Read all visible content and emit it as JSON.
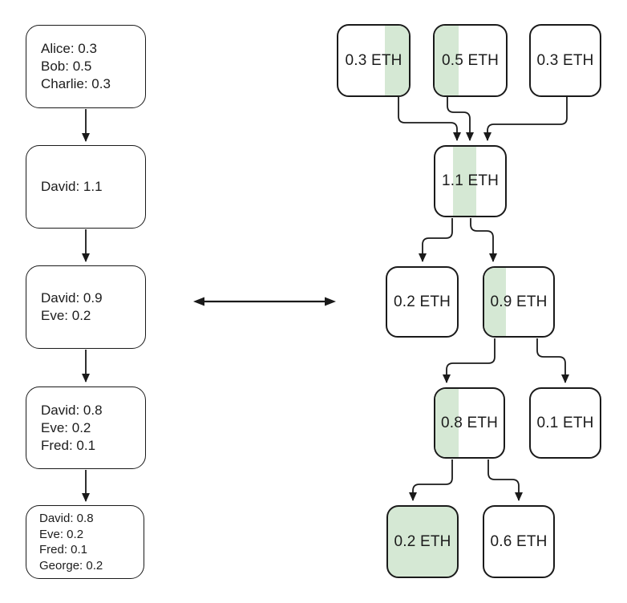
{
  "colors": {
    "green_fill": "#d5e8d4",
    "line": "#1a1a1a",
    "background": "#ffffff",
    "text": "#1c1c1c"
  },
  "left_column": {
    "boxes": [
      {
        "text": "Alice: 0.3\nBob: 0.5\nCharlie: 0.3"
      },
      {
        "text": "David: 1.1"
      },
      {
        "text": "David: 0.9\nEve: 0.2"
      },
      {
        "text": "David: 0.8\nEve: 0.2\nFred: 0.1"
      },
      {
        "text": "David: 0.8\nEve: 0.2\nFred: 0.1\nGeorge: 0.2"
      }
    ],
    "flow": [
      "state-0 -> state-1",
      "state-1 -> state-2",
      "state-2 -> state-3",
      "state-3 -> state-4"
    ]
  },
  "middle_arrow": {
    "type": "double-headed-horizontal"
  },
  "right_column": {
    "boxes": [
      {
        "label": "0.3 ETH",
        "highlight": "right-stripe"
      },
      {
        "label": "0.5 ETH",
        "highlight": "left-stripe"
      },
      {
        "label": "0.3 ETH",
        "highlight": "none"
      },
      {
        "label": "1.1 ETH",
        "highlight": "center-stripe"
      },
      {
        "label": "0.2 ETH",
        "highlight": "none"
      },
      {
        "label": "0.9 ETH",
        "highlight": "left-stripe"
      },
      {
        "label": "0.8 ETH",
        "highlight": "left-stripe"
      },
      {
        "label": "0.1 ETH",
        "highlight": "none"
      },
      {
        "label": "0.2 ETH",
        "highlight": "full"
      },
      {
        "label": "0.6 ETH",
        "highlight": "none"
      }
    ],
    "flow": [
      "0.3 ETH (top-left) -> 1.1 ETH",
      "0.5 ETH -> 1.1 ETH",
      "0.3 ETH (top-right) -> 1.1 ETH",
      "1.1 ETH -> 0.2 ETH",
      "1.1 ETH -> 0.9 ETH",
      "0.9 ETH -> 0.8 ETH",
      "0.9 ETH -> 0.1 ETH",
      "0.8 ETH -> 0.2 ETH",
      "0.8 ETH -> 0.6 ETH"
    ]
  }
}
